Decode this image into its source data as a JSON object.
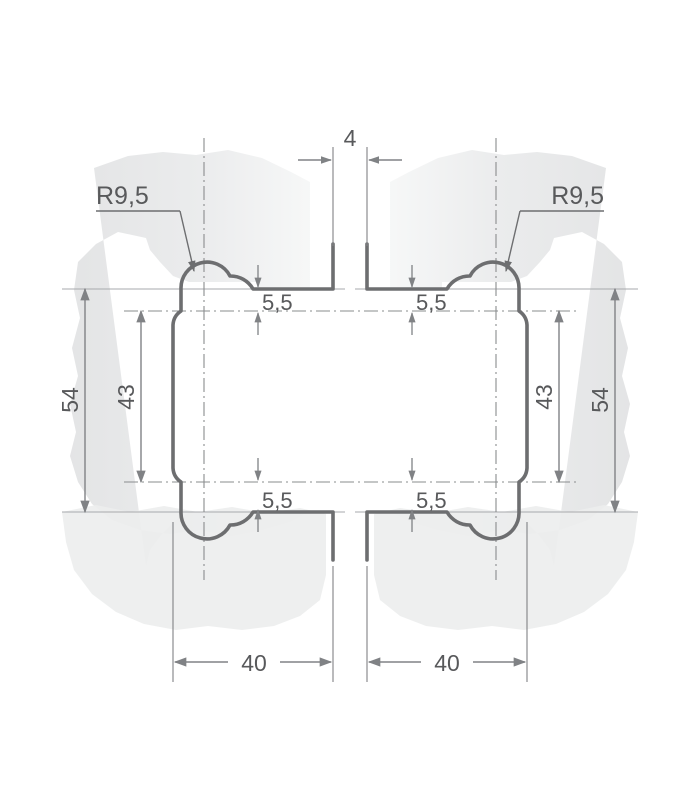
{
  "drawing": {
    "title": "Hinge cut-out technical drawing",
    "type": "engineering-section-drawing",
    "units": "mm",
    "colors": {
      "profile_line": "#6d6e70",
      "dimension_line": "#808285",
      "centerline": "#8a8c8e",
      "reference_line": "#a7a9ac",
      "material_fill": "#e6e7e8",
      "material_fill_light": "#f1f2f2",
      "text": "#58595b",
      "background": "#ffffff"
    },
    "dimensions": {
      "gap_top": "4",
      "outer_height_left": "54",
      "outer_height_right": "54",
      "inner_height_left": "43",
      "inner_height_right": "43",
      "edge_offset_top_left": "5,5",
      "edge_offset_top_right": "5,5",
      "edge_offset_bottom_left": "5,5",
      "edge_offset_bottom_right": "5,5",
      "width_left": "40",
      "width_right": "40",
      "radius_left": "R9,5",
      "radius_right": "R9,5"
    }
  }
}
